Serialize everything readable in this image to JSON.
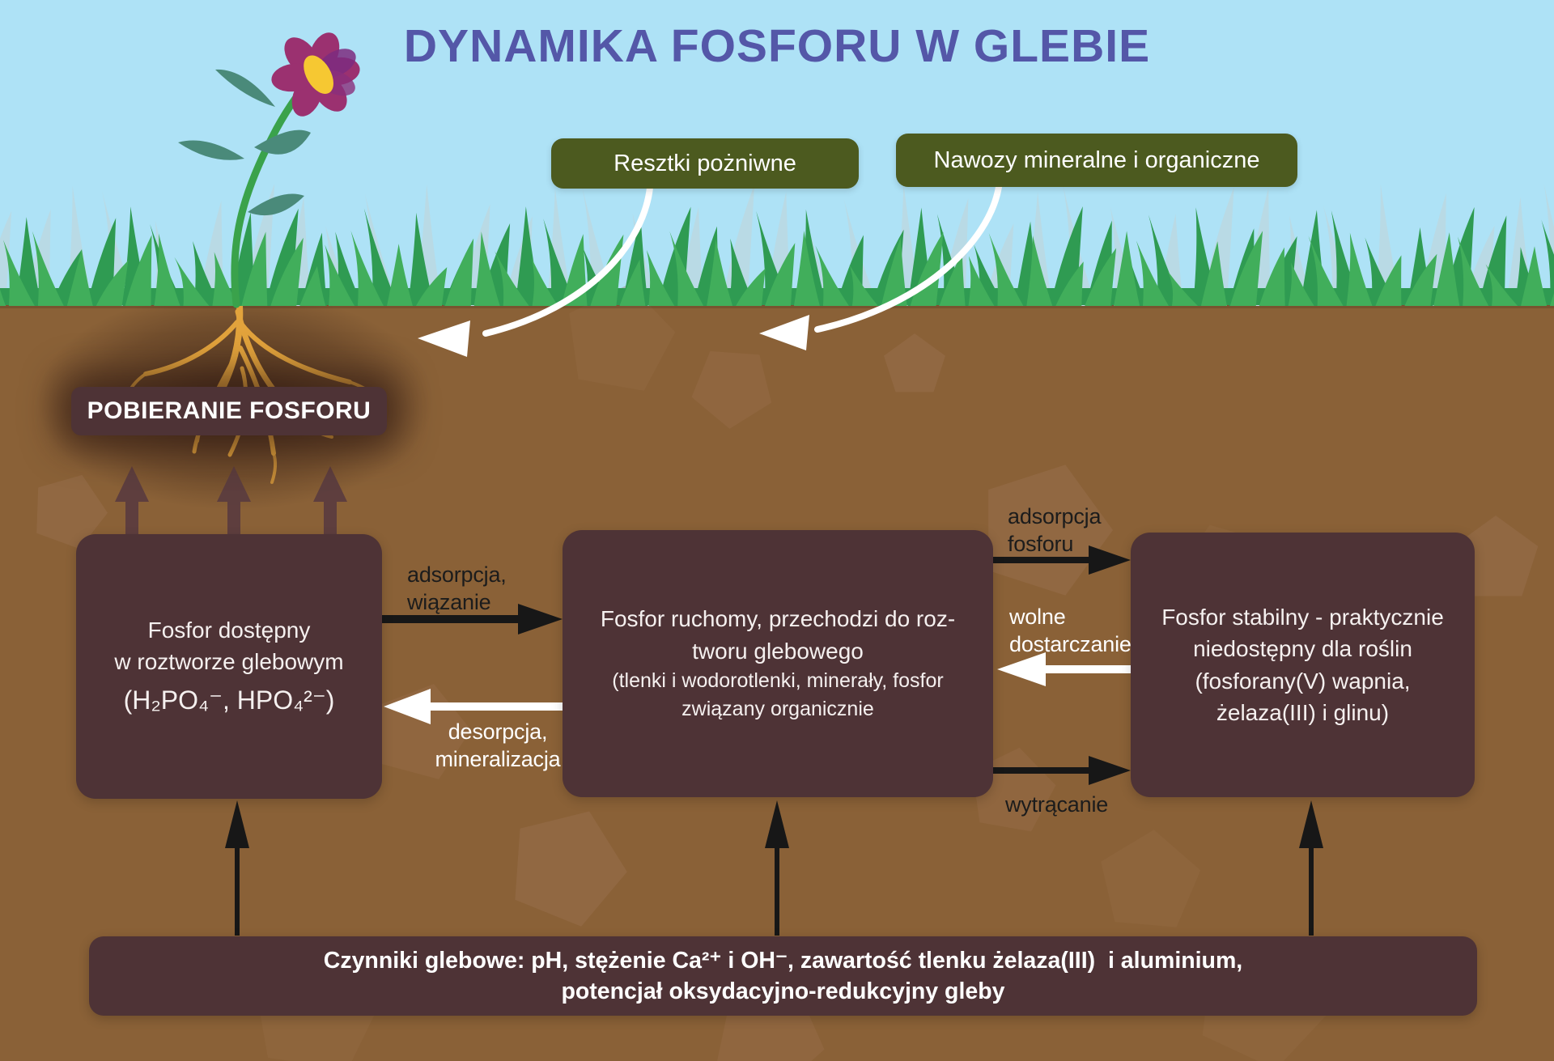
{
  "palette": {
    "sky": "#aee2f6",
    "soil": "#8a6137",
    "box": "#4e3336",
    "olive": "#4c5a1f",
    "title": "#5457a8",
    "root": "#e2a33c",
    "grass_back": "#b9dae5",
    "grass_mid": "#2f9b52",
    "grass_front": "#41ae5b",
    "arrow_dark": "#171717",
    "arrow_maroon": "#5a3c3f",
    "white": "#ffffff"
  },
  "title": "DYNAMIKA FOSFORU W GLEBIE",
  "inputs": {
    "residues": "Resztki pożniwne",
    "fertilizers": "Nawozy mineralne i organiczne"
  },
  "uptake": "POBIERANIE FOSFORU",
  "boxes": {
    "available": {
      "text": "Fosfor dostępny\nw roztworze glebowym",
      "formula": "(H₂PO₄⁻, HPO₄²⁻)"
    },
    "mobile": {
      "main": "Fosfor ruchomy, przechodzi do roz-\ntworu glebowego",
      "sub": "(tlenki i wodorotlenki, minerały, fosfor\nzwiązany organicznie"
    },
    "stable": {
      "text": "Fosfor stabilny - praktycznie\nniedostępny dla roślin\n(fosforany(V) wapnia,\nżelaza(III) i glinu)"
    },
    "factors": {
      "text": "Czynniki glebowe: pH, stężenie Ca²⁺ i OH⁻, zawartość tlenku żelaza(III)  i aluminium,\npotencjał oksydacyjno-redukcyjny gleby"
    }
  },
  "flows": {
    "adsorption_binding": "adsorpcja,\nwiązanie",
    "desorption_mineralization": "desorpcja,\nmineralizacja",
    "phosphorus_adsorption": "adsorpcja\nfosforu",
    "slow_release": "wolne\ndostarczanie",
    "precipitation": "wytrącanie"
  }
}
